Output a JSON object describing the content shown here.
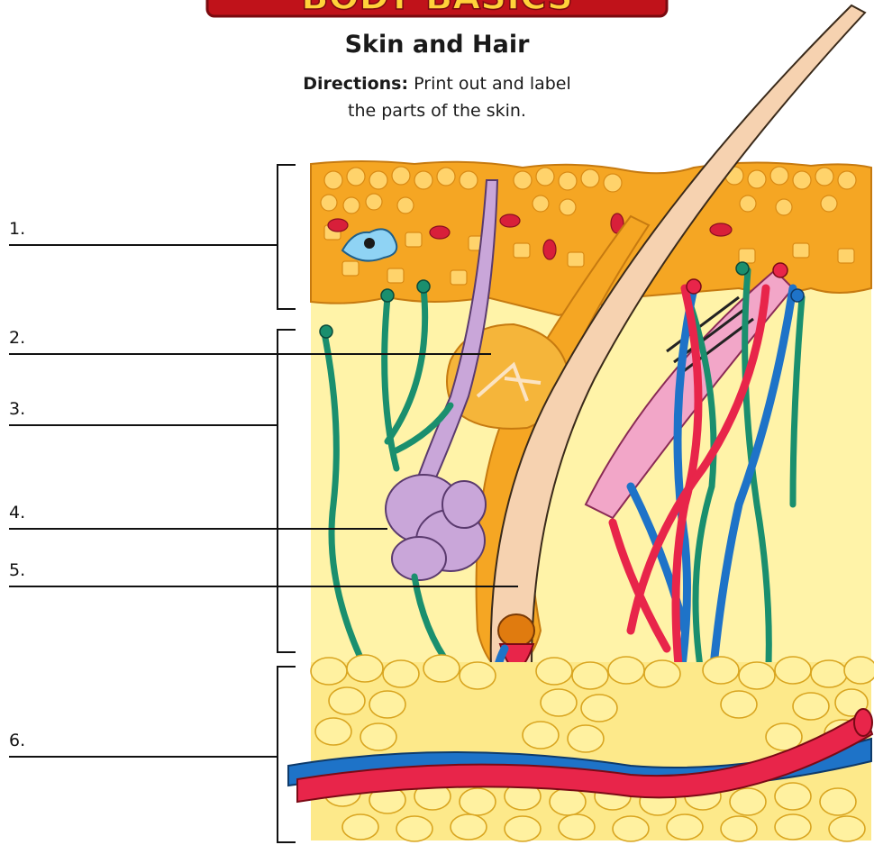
{
  "banner": {
    "text": "BODY BASICS"
  },
  "worksheet": {
    "title": "Skin and Hair",
    "directions_label": "Directions:",
    "directions_line1": "Print out and label",
    "directions_line2": "the parts of the skin."
  },
  "labels": [
    {
      "number": "1."
    },
    {
      "number": "2."
    },
    {
      "number": "3."
    },
    {
      "number": "4."
    },
    {
      "number": "5."
    },
    {
      "number": "6."
    }
  ],
  "colors": {
    "epidermis": "#f5a623",
    "epidermis_cells": "#ffd36b",
    "dermis": "#fff3a8",
    "fat": "#fff1a0",
    "artery": "#e8254a",
    "vein": "#1e73c8",
    "nerve": "#1a8f6e",
    "sweat_gland": "#c9a6d9",
    "hair": "#f6d2b0",
    "muscle": "#f2a6c8",
    "banner": "#c0121a"
  }
}
